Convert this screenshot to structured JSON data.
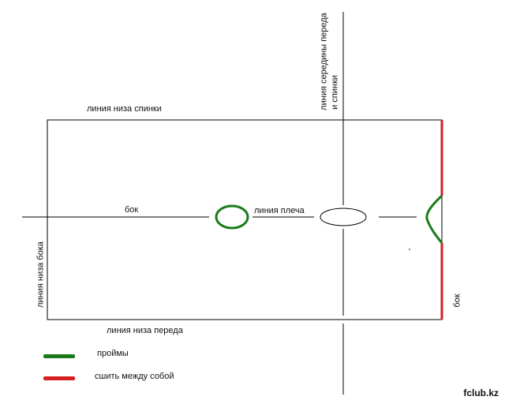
{
  "labels": {
    "back_hem": "линия низа спинки",
    "front_hem": "линия низа переда",
    "side": "бок",
    "shoulder": "линия плеча",
    "side_hem": "линия низа бока",
    "center_line_1": "линия середины переда",
    "center_line_2": "и спинки",
    "side_right": "бок"
  },
  "legend": {
    "items": [
      {
        "label": "проймы",
        "color": "#1a7a1a"
      },
      {
        "label": "сшить между собой",
        "color": "#d62020"
      }
    ]
  },
  "watermark": "fclub.kz",
  "colors": {
    "line": "#000000",
    "armhole": "#1a7a1a",
    "seam": "#d62020"
  }
}
